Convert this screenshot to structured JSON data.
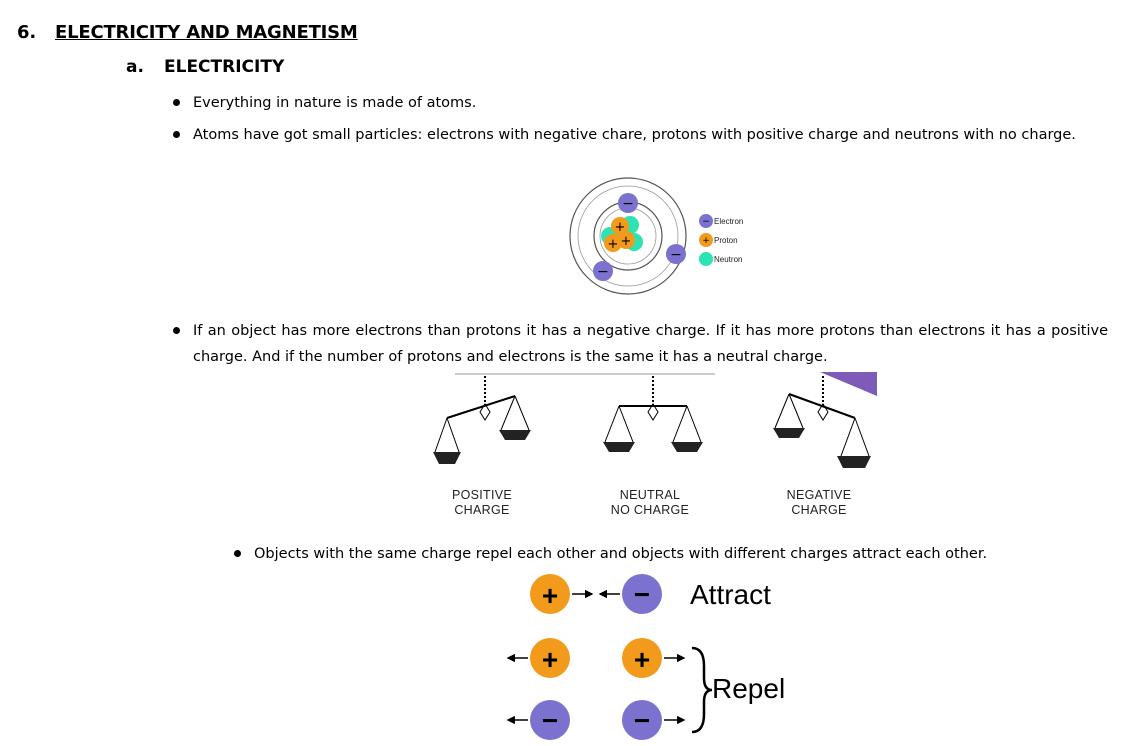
{
  "heading": {
    "number": "6.",
    "title": "ELECTRICITY AND MAGNETISM"
  },
  "subheading": {
    "letter": "a.",
    "title": "ELECTRICITY"
  },
  "bullets": [
    "Everything in nature is made of atoms.",
    "Atoms have got small particles: electrons with negative chare, protons with positive charge and neutrons with no charge.",
    "If an object has more electrons than protons it has a negative charge. If it has more protons than electrons it has a positive charge. And if the number of protons and electrons is the same it has a neutral charge.",
    "Objects with the same charge repel each other and objects with different charges attract each other."
  ],
  "atom_diagram": {
    "legend": [
      "Electron",
      "Proton",
      "Neutron"
    ],
    "colors": {
      "electron": "#7b72cf",
      "proton": "#f29a1c",
      "neutron": "#2de3b3"
    }
  },
  "balance_diagram": {
    "captions": [
      {
        "line1": "POSITIVE",
        "line2": "CHARGE"
      },
      {
        "line1": "NEUTRAL",
        "line2": "NO CHARGE"
      },
      {
        "line1": "NEGATIVE",
        "line2": "CHARGE"
      }
    ]
  },
  "charges_diagram": {
    "attract_label": "Attract",
    "repel_label": "Repel",
    "plus_sign": "+",
    "minus_sign": "−"
  }
}
